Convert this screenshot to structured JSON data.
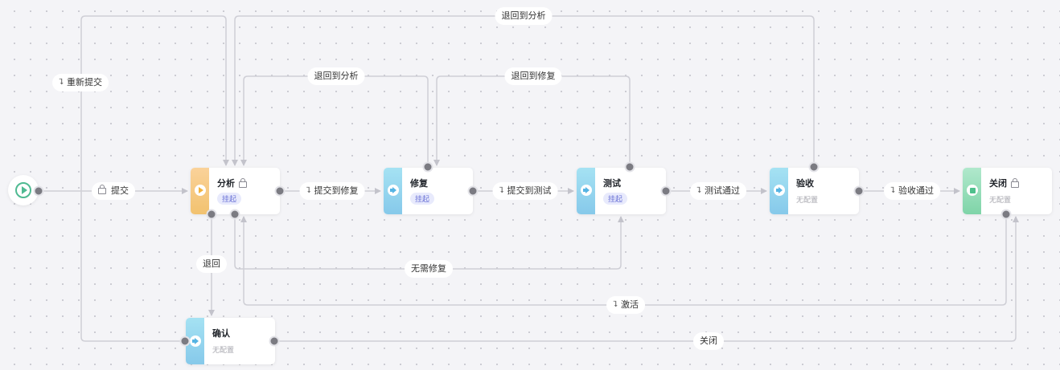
{
  "start": {
    "icon": "play-icon"
  },
  "nodes": {
    "analyze": {
      "title": "分析",
      "locked": true,
      "badge": "挂起",
      "color": "#f2c26f"
    },
    "fix": {
      "title": "修复",
      "badge": "挂起",
      "color": "#86c9ea"
    },
    "test": {
      "title": "测试",
      "badge": "挂起",
      "color": "#86c9ea"
    },
    "accept": {
      "title": "验收",
      "sub": "无配置",
      "color": "#86c9ea"
    },
    "close": {
      "title": "关闭",
      "locked": true,
      "sub": "无配置",
      "color": "#7fd4a8"
    },
    "confirm": {
      "title": "确认",
      "sub": "无配置",
      "color": "#86c9ea"
    }
  },
  "edges": {
    "submit": {
      "label": "提交",
      "icon": "lock-icon"
    },
    "submit_to_fix": {
      "label": "提交到修复",
      "icon": "route-icon"
    },
    "submit_to_test": {
      "label": "提交到测试",
      "icon": "route-icon"
    },
    "test_pass": {
      "label": "测试通过",
      "icon": "route-icon"
    },
    "accept_pass": {
      "label": "验收通过",
      "icon": "route-icon"
    },
    "resubmit": {
      "label": "重新提交",
      "icon": "route-icon"
    },
    "back_to_analyze_top": {
      "label": "退回到分析"
    },
    "back_to_analyze": {
      "label": "退回到分析"
    },
    "back_to_fix": {
      "label": "退回到修复"
    },
    "reject": {
      "label": "退回"
    },
    "no_fix_needed": {
      "label": "无需修复"
    },
    "activate": {
      "label": "激活",
      "icon": "route-icon"
    },
    "close": {
      "label": "关闭"
    }
  },
  "route_glyph": "⮧"
}
